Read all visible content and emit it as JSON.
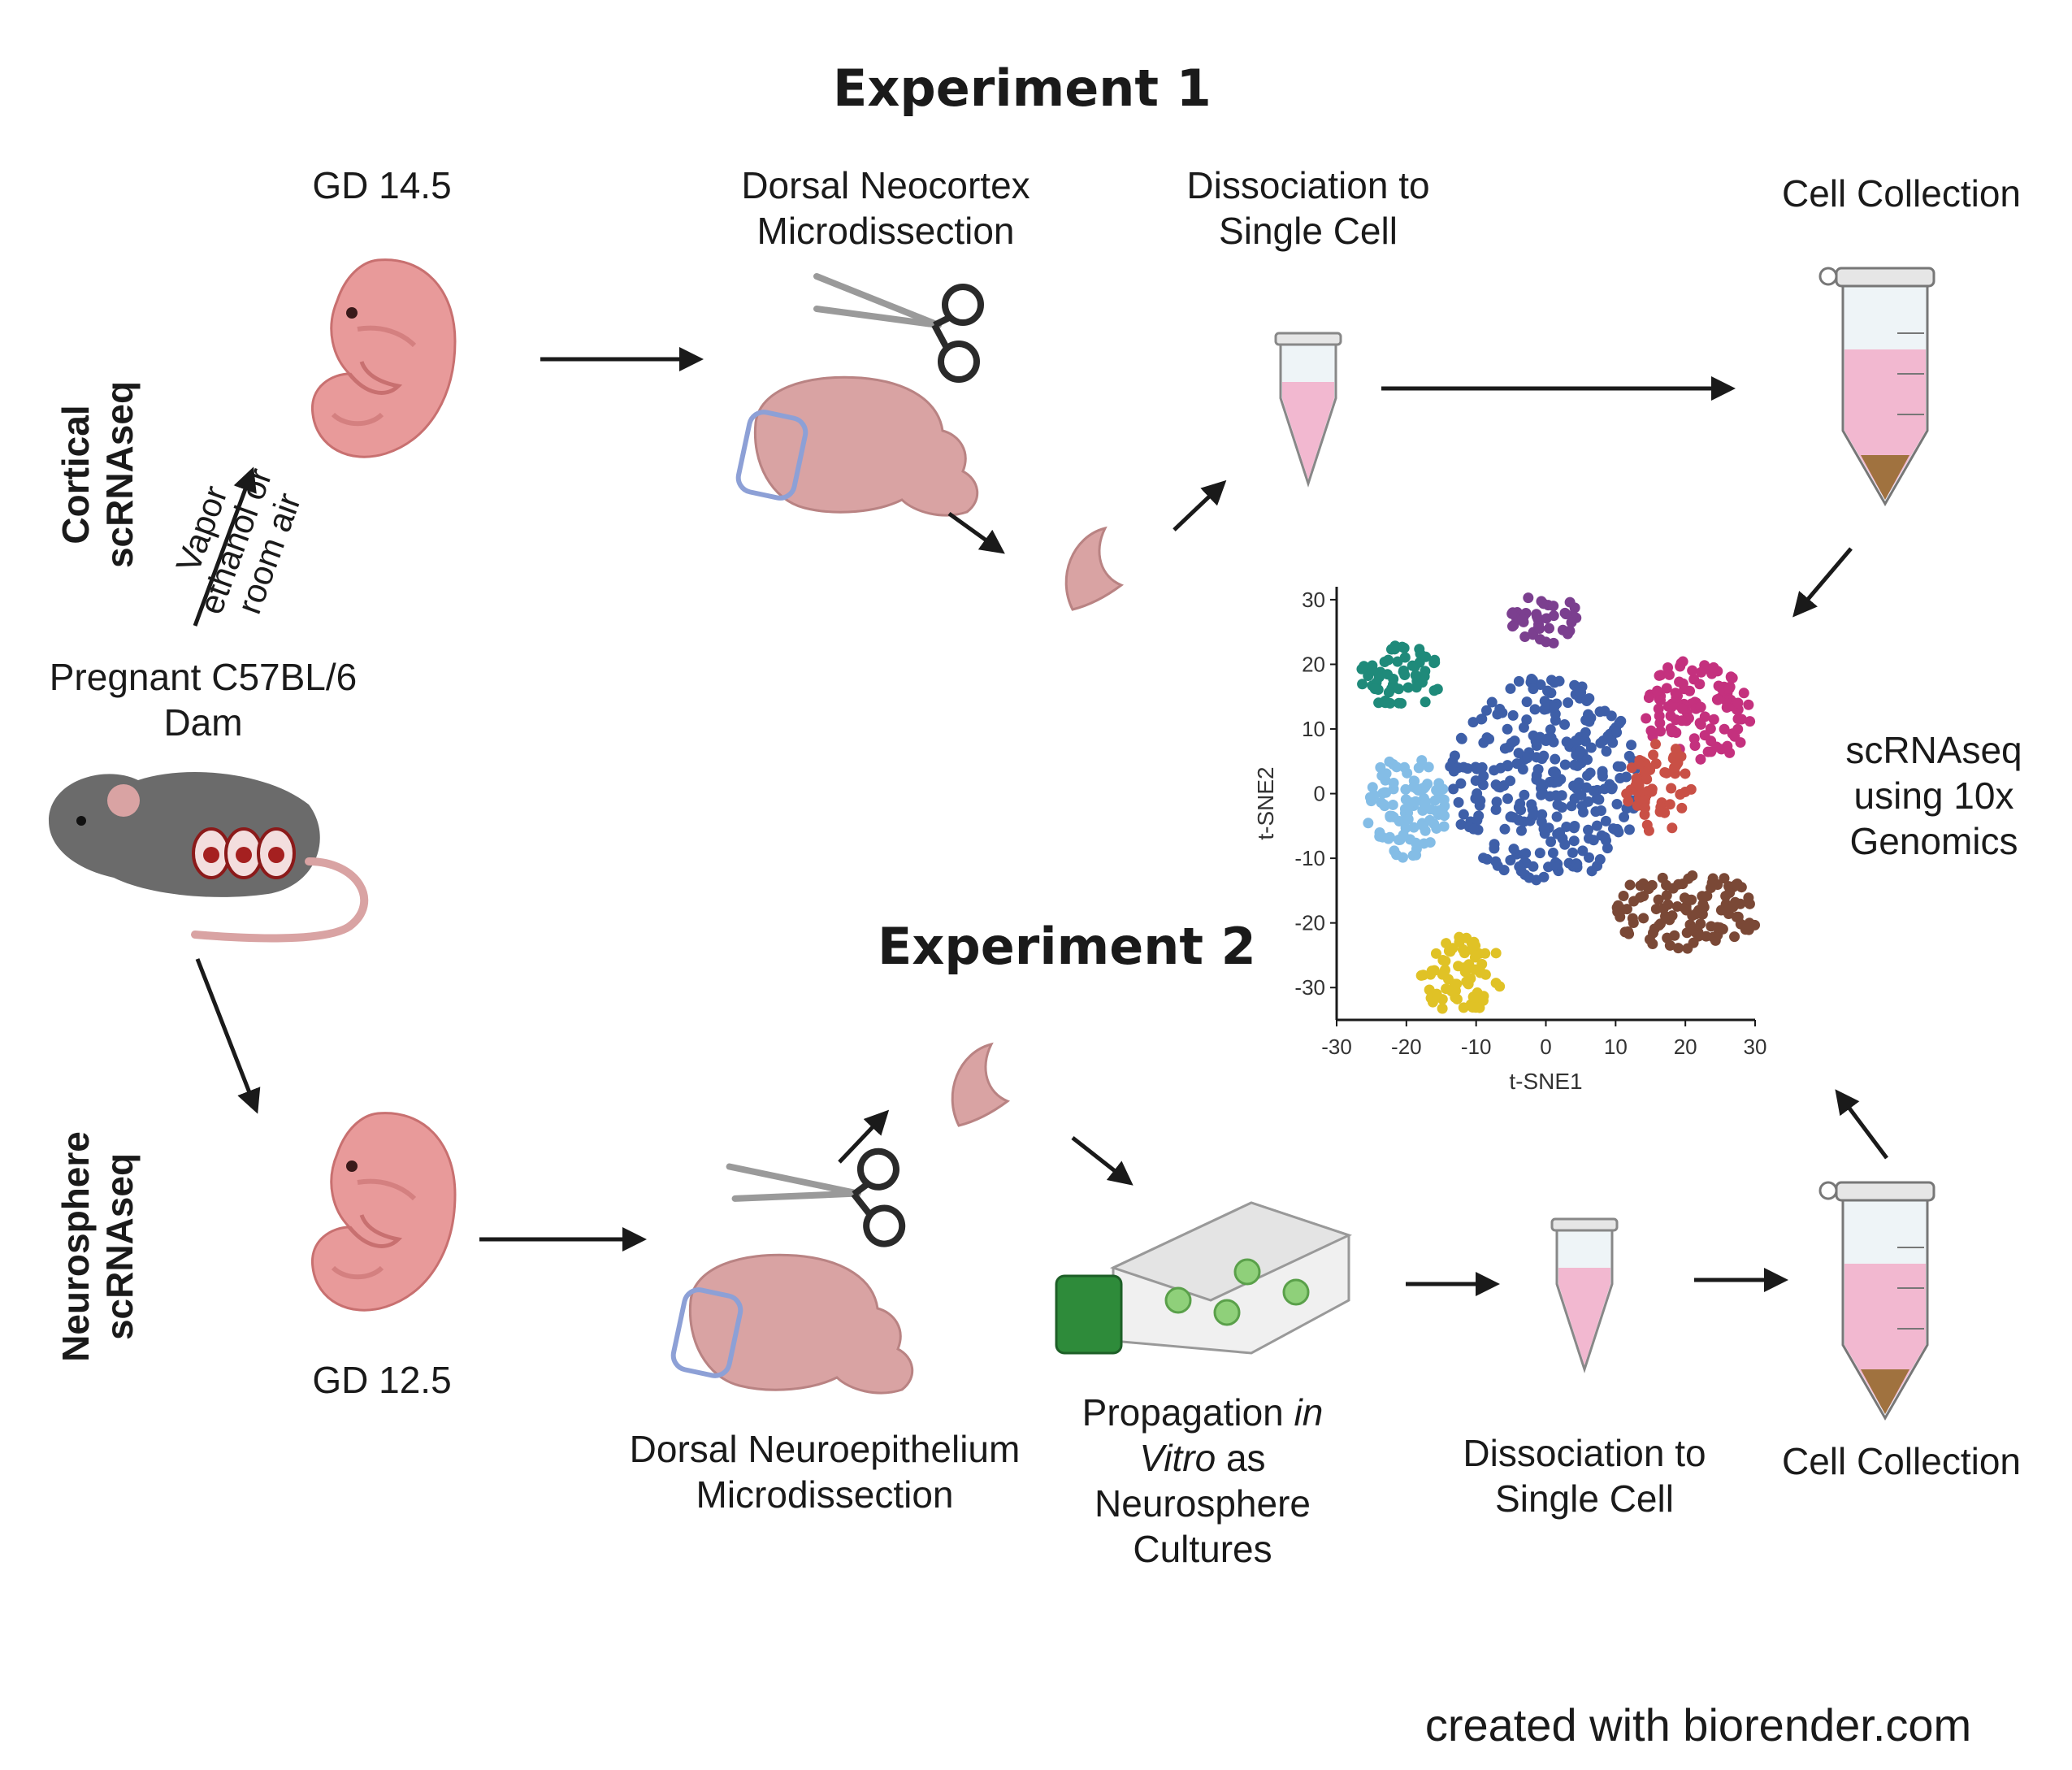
{
  "titles": {
    "experiment1": "Experiment 1",
    "experiment2": "Experiment 2"
  },
  "labels": {
    "gd145": "GD 14.5",
    "gd125": "GD 12.5",
    "dorsal_neocortex": [
      "Dorsal Neocortex",
      "Microdissection"
    ],
    "dissociation1": [
      "Dissociation to",
      "Single Cell"
    ],
    "cell_collection1": "Cell Collection",
    "pregnant": [
      "Pregnant C57BL/6",
      "Dam"
    ],
    "cortical": [
      "Cortical",
      "scRNAseq"
    ],
    "neurosphere": [
      "Neurosphere",
      "scRNAseq"
    ],
    "treatment": [
      "Vapor",
      "ethanol or",
      "room air"
    ],
    "scrnaseq10x": [
      "scRNAseq",
      "using 10x",
      "Genomics"
    ],
    "dorsal_neuroepithelium": [
      "Dorsal Neuroepithelium",
      "Microdissection"
    ],
    "propagation": {
      "pre": "Propagation ",
      "italic1": "in",
      "italic2": "Vitro",
      "post": " as",
      "line3": "Neurosphere",
      "line4": "Cultures"
    },
    "dissociation2": [
      "Dissociation to",
      "Single Cell"
    ],
    "cell_collection2": "Cell Collection",
    "credit": "created with biorender.com"
  },
  "colors": {
    "embryo": "#e89a9a",
    "tissue": "#d9a3a3",
    "tube_fill": "#f2b8d0",
    "pellet": "#a0723f",
    "mouse": "#6b6b6b",
    "arrow": "#1a1a1a",
    "flask_cap": "#2e8b3a"
  },
  "chart_data": {
    "type": "scatter",
    "xlabel": "t-SNE1",
    "ylabel": "t-SNE2",
    "xlim": [
      -30,
      30
    ],
    "ylim": [
      -35,
      32
    ],
    "xticks": [
      -30,
      -20,
      -10,
      0,
      10,
      20,
      30
    ],
    "yticks": [
      30,
      20,
      10,
      0,
      -10,
      -20,
      -30
    ],
    "grid": false,
    "clusters": [
      {
        "color": "#1f8a7a",
        "center": [
          -21,
          18
        ],
        "spread": [
          6,
          5
        ],
        "count": 60
      },
      {
        "color": "#7b3f8f",
        "center": [
          0,
          27
        ],
        "spread": [
          5,
          4
        ],
        "count": 40
      },
      {
        "color": "#c4317e",
        "center": [
          22,
          13
        ],
        "spread": [
          8,
          8
        ],
        "count": 110
      },
      {
        "color": "#3e5fa8",
        "center": [
          0,
          2
        ],
        "spread": [
          14,
          16
        ],
        "count": 300
      },
      {
        "color": "#84bde6",
        "center": [
          -20,
          -2
        ],
        "spread": [
          6,
          8
        ],
        "count": 100
      },
      {
        "color": "#c95046",
        "center": [
          16,
          1
        ],
        "spread": [
          5,
          7
        ],
        "count": 60
      },
      {
        "color": "#7a4836",
        "center": [
          20,
          -18
        ],
        "spread": [
          11,
          6
        ],
        "count": 110
      },
      {
        "color": "#e0c226",
        "center": [
          -12,
          -28
        ],
        "spread": [
          6,
          6
        ],
        "count": 70
      }
    ]
  }
}
